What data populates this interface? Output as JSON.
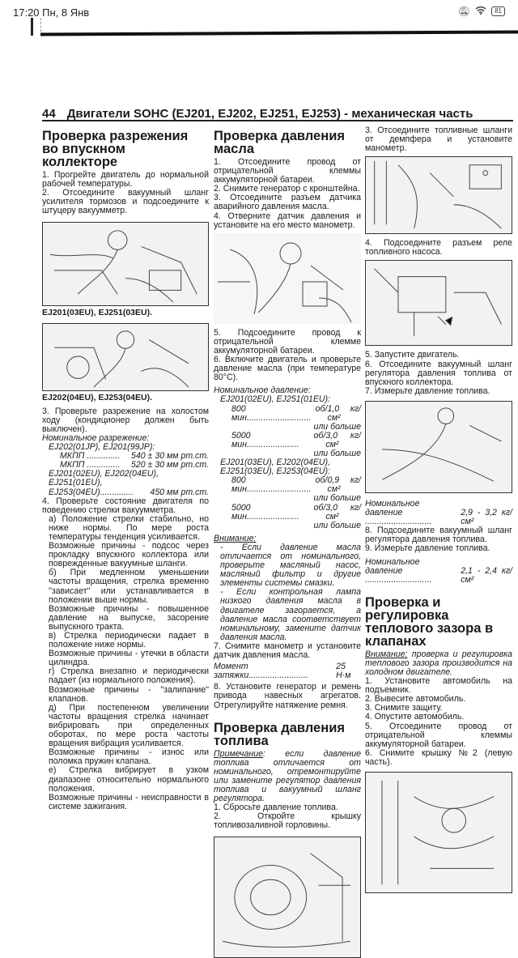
{
  "status_bar": {
    "time": "17:20 Пн, 8 Янв",
    "battery": "81",
    "icons": [
      "mute-bell-icon",
      "wifi-icon",
      "battery-icon"
    ]
  },
  "page": {
    "number": "44",
    "title": "Двигатели SOHC (EJ201, EJ202, EJ251, EJ253) - механическая часть"
  },
  "col1": {
    "heading": "Проверка разрежения во впускном коллекторе",
    "steps_a": [
      "1. Прогрейте двигатель до нормальной рабочей температуры.",
      "2. Отсоедините вакуумный шланг усилителя тормозов и подсоедините к штуцеру вакуумметр."
    ],
    "fig1_caption": "EJ201(03EU), EJ251(03EU).",
    "fig2_caption": "EJ202(04EU), EJ253(04EU).",
    "step3": "3. Проверьте разрежение на холостом ходу (кондиционер должен быть выключен).",
    "nominal_label": "Номинальное разрежение:",
    "models1": "EJ202(01JP), EJ201(99JP):",
    "spec1_label": "МКПП ..............",
    "spec1_value": "540 ± 30 мм рт.ст.",
    "spec2_label": "МКПП ..............",
    "spec2_value": "520 ± 30 мм рт.ст.",
    "models2a": "EJ201(02EU), EJ202(04EU),",
    "models2b": "EJ251(01EU),",
    "spec3_label": "EJ253(04EU)..............",
    "spec3_value": "450 мм рт.ст.",
    "step4": "4. Проверьте состояние двигателя по поведению стрелки вакуумметра.",
    "items": [
      "а) Положение стрелки стабильно, но ниже нормы. По мере роста температуры тенденция усиливается.",
      "Возможные причины - подсос через прокладку впускного коллектора или поврежденные вакуумные шланги.",
      "б) При медленном уменьшении частоты вращения, стрелка временно \"зависает\" или устанавливается в положении выше нормы.",
      "Возможные причины - повышенное давление на выпуске, засорение выпускного тракта.",
      "в) Стрелка периодически падает в положение ниже нормы.",
      "Возможные причины - утечки в области цилиндра.",
      "г) Стрелка внезапно и периодически падает (из нормального положения).",
      "Возможные причины - \"залипание\" клапанов.",
      "д) При постепенном увеличении частоты вращения стрелка начинает вибрировать при определенных оборотах, по мере роста частоты вращения вибрация усиливается.",
      "Возможные причины - износ или поломка пружин клапана.",
      "е) Стрелка вибрирует в узком диапазоне относительно нормального положения.",
      "Возможные причины - неисправности в системе зажигания."
    ]
  },
  "col2": {
    "heading": "Проверка давления масла",
    "steps_a": [
      "1. Отсоедините провод от отрицательной клеммы аккумуляторной батареи.",
      "2. Снимите генератор с кронштейна.",
      "3. Отсоедините разъем датчика аварийного давления масла.",
      "4. Отверните датчик давления и установите на его место манометр."
    ],
    "steps_b": [
      "5. Подсоедините провод к отрицательной клемме аккумуляторной батареи.",
      "6. Включите двигатель и проверьте давление масла (при температуре 80°C)."
    ],
    "nominal_label": "Номинальное давление:",
    "models1": "EJ201(02EU), EJ251(01EU):",
    "models2a": "EJ201(03EU), EJ202(04EU),",
    "models2b": "EJ251(03EU), EJ253(04EU):",
    "rpm800": "800 об/мин...........................",
    "rpm5000": "5000 об/мин......................",
    "v1": "1,0 кг/см²",
    "v2": "3,0 кг/см²",
    "v3": "0,9 кг/см²",
    "v4": "3,0 кг/см²",
    "or_more": "или больше",
    "attention_label": "Внимание:",
    "attention": [
      "- Если давление масла отличается от номинального, проверьте масляный насос, масляный фильтр и другие элементы системы смазки.",
      "- Если контрольная лампа низкого давления масла в двигателе загорается, а давление масла соответствует номинальному, замените датчик давления масла."
    ],
    "step7": "7. Снимите манометр и установите датчик давления масла.",
    "torque_label": "Момент затяжки.........................",
    "torque_value": "25 Н·м",
    "step8": "8. Установите генератор и ремень привода навесных агрегатов. Отрегулируйте натяжение ремня.",
    "heading2": "Проверка давления топлива",
    "note_label": "Примечание",
    "note": ": если давление топлива отличается от номинального, отремонтируйте или замените регулятор давления топлива и вакуумный шланг регулятора.",
    "steps_c": [
      "1. Сбросьте давление топлива.",
      "2. Откройте крышку топливозаливной горловины."
    ]
  },
  "col3": {
    "step3": "3. Отсоедините топливные шланги от демпфера и установите манометр.",
    "step4": "4. Подсоедините разъем реле топливного насоса.",
    "steps_b": [
      "5. Запустите двигатель.",
      "6. Отсоедините вакуумный шланг регулятора давления топлива от впускного коллектора.",
      "7. Измерьте давление топлива."
    ],
    "nominal_label": "Номинальное",
    "pressure_label": "давление ............................",
    "value1": "2,9 - 3,2 кг/см²",
    "steps_c": [
      "8. Подсоедините вакуумный шланг регулятора давления топлива.",
      "9. Измерьте давление топлива."
    ],
    "value2": "2,1 - 2,4 кг/см²",
    "heading": "Проверка и регулировка теплового зазора в клапанах",
    "attention_label": "Внимание:",
    "attention": " проверка и регулировка теплового зазора производится на холодном двигателе.",
    "steps_d": [
      "1. Установите автомобиль на подъемник.",
      "2. Вывесите автомобиль.",
      "3. Снимите защиту.",
      "4. Опустите автомобиль.",
      "5. Отсоедините провод от отрицательной клеммы аккумуляторной батареи.",
      "6. Снимите крышку №2 (левую часть)."
    ]
  }
}
